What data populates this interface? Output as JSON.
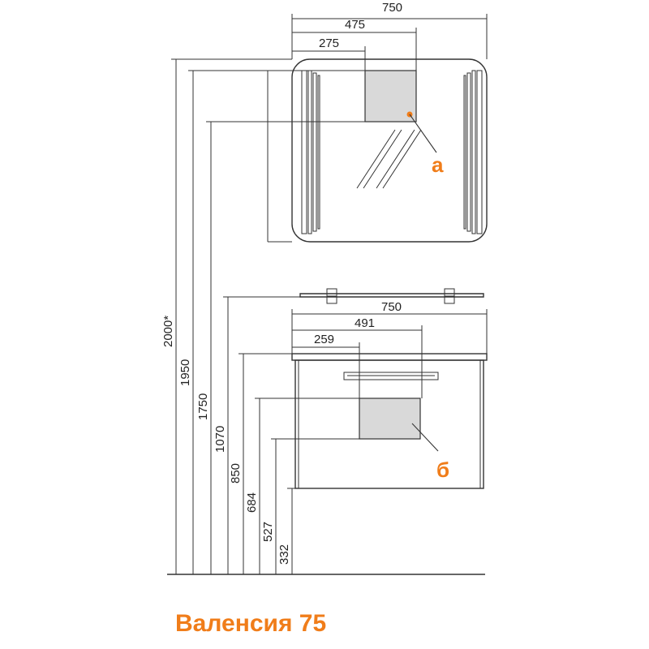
{
  "title": "Валенсия 75",
  "colors": {
    "accent": "#f07d1a",
    "line": "#333333",
    "box_fill": "#d9d9d9"
  },
  "mirror": {
    "dims": {
      "width": "750",
      "mid": "475",
      "left": "275"
    },
    "label": "а"
  },
  "cabinet": {
    "dims": {
      "width": "750",
      "mid": "491",
      "left": "259"
    },
    "label": "б"
  },
  "heights": {
    "h2000": "2000*",
    "h1950": "1950",
    "h1750": "1750",
    "h1070": "1070",
    "h850": "850",
    "h684": "684",
    "h527": "527",
    "h332": "332"
  }
}
